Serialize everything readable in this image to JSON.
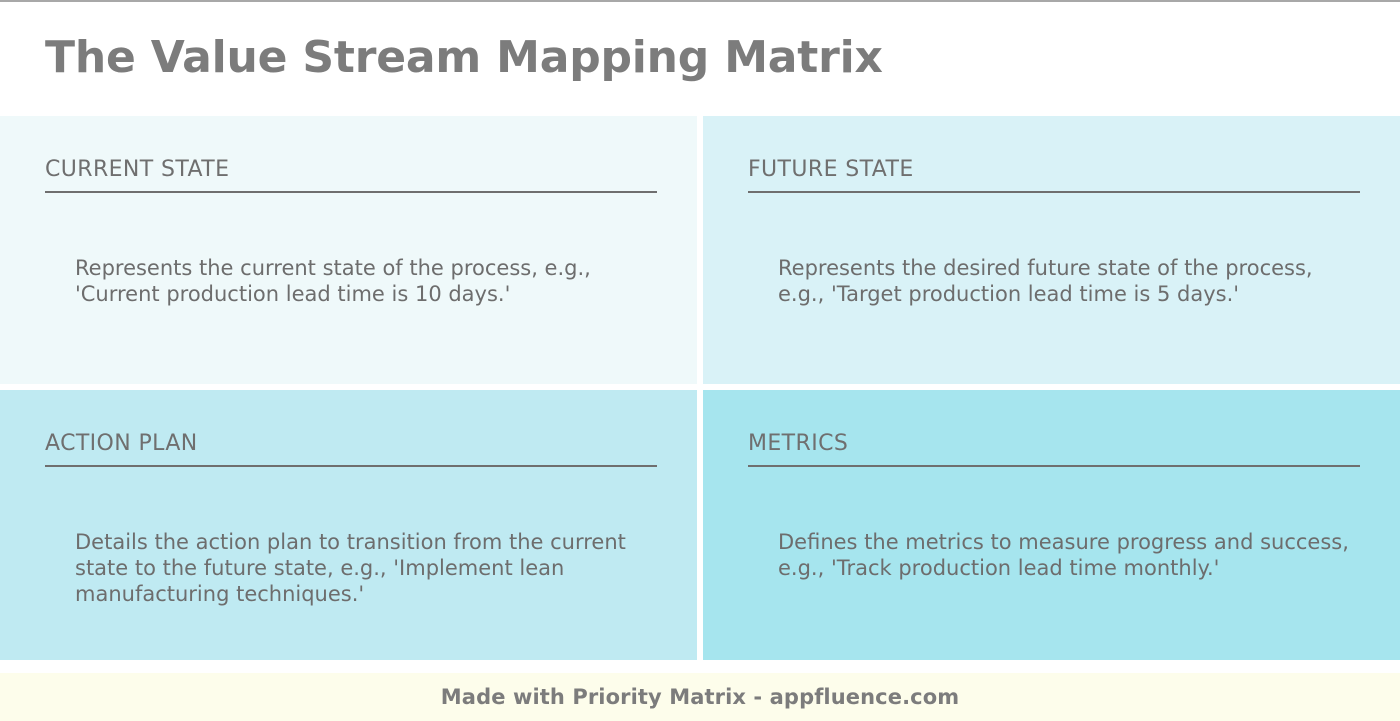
{
  "header": {
    "title": "The Value Stream Mapping Matrix",
    "title_color": "#7c7c7c",
    "background": "#ffffff"
  },
  "matrix": {
    "quadrants": [
      {
        "id": "current-state",
        "position": "top-left",
        "title": "CURRENT STATE",
        "body": "Represents the current state of the process, e.g., 'Current production lead time is 10 days.'",
        "background": "#eff9fa"
      },
      {
        "id": "future-state",
        "position": "top-right",
        "title": "FUTURE STATE",
        "body": "Represents the desired future state of the process, e.g., 'Target production lead time is 5 days.'",
        "background": "#d9f2f7"
      },
      {
        "id": "action-plan",
        "position": "bottom-left",
        "title": "ACTION PLAN",
        "body": "Details the action plan to transition from the current state to the future state, e.g., 'Implement lean manufacturing techniques.'",
        "background": "#bfeaf2"
      },
      {
        "id": "metrics",
        "position": "bottom-right",
        "title": "METRICS",
        "body": "Defines the metrics to measure progress and success, e.g., 'Track production lead time monthly.'",
        "background": "#a6e5ee"
      }
    ],
    "gap_color": "#ffffff",
    "title_color": "#6f6f6f",
    "body_color": "#6d6d6d",
    "rule_color": "#6f6f6f"
  },
  "footer": {
    "text": "Made with Priority Matrix - appfluence.com",
    "background": "#fdfdeb",
    "text_color": "#7c7c7c"
  },
  "top_border_color": "#a8a8a8"
}
